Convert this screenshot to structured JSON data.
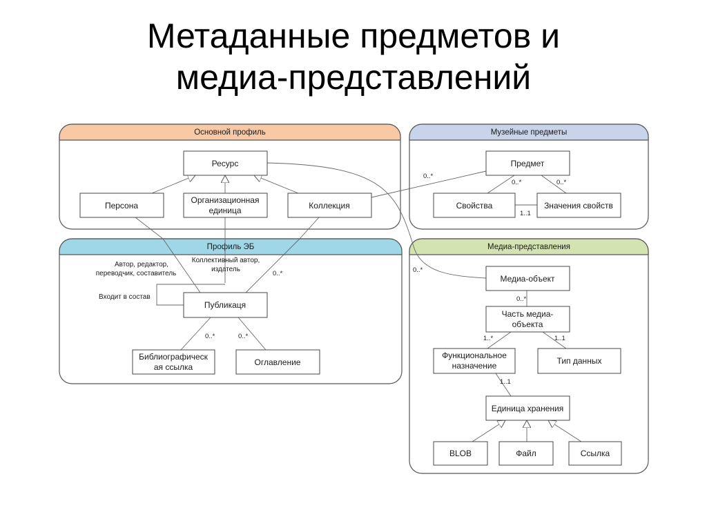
{
  "title": {
    "line1": "Метаданные предметов и",
    "line2": "медиа-представлений"
  },
  "colors": {
    "core_header": "#f9c9a6",
    "museum_header": "#c7d4ea",
    "eb_header": "#9fd6e8",
    "media_header": "#d3e4b0"
  },
  "packages": {
    "core": "Основной профиль",
    "museum": "Музейные предметы",
    "eb": "Профиль ЭБ",
    "media": "Медиа-представления"
  },
  "classes": {
    "resource": "Ресурс",
    "person": "Персона",
    "org_line1": "Организационная",
    "org_line2": "единица",
    "collection": "Коллекция",
    "item": "Предмет",
    "properties": "Свойства",
    "property_values": "Значения свойств",
    "publication": "Публикаця",
    "bib_line1": "Библиографическ",
    "bib_line2": "ая ссылка",
    "toc": "Оглавление",
    "media_object": "Медиа-объект",
    "part_line1": "Часть медиа-",
    "part_line2": "объекта",
    "func_line1": "Функциональное",
    "func_line2": "назначение",
    "data_type": "Тип данных",
    "storage_unit": "Единица хранения",
    "blob": "BLOB",
    "file": "Файл",
    "link": "Ссылка"
  },
  "annotations": {
    "roles_line1": "Автор, редактор,",
    "roles_line2": "переводчик, составитель",
    "corp_line1": "Коллективный автор,",
    "corp_line2": "издатель",
    "part_of": "Входит в состав"
  },
  "multiplicities": {
    "collection_item": "0..*",
    "item_props": "0..*",
    "item_values": "0..*",
    "props_values": "1..1",
    "coll_pub": "0..*",
    "pub_bib": "0..*",
    "pub_toc": "0..*",
    "resource_media": "0..*",
    "media_part": "0..*",
    "part_func": "1..*",
    "part_type": "1..1",
    "func_storage": "1..1"
  }
}
